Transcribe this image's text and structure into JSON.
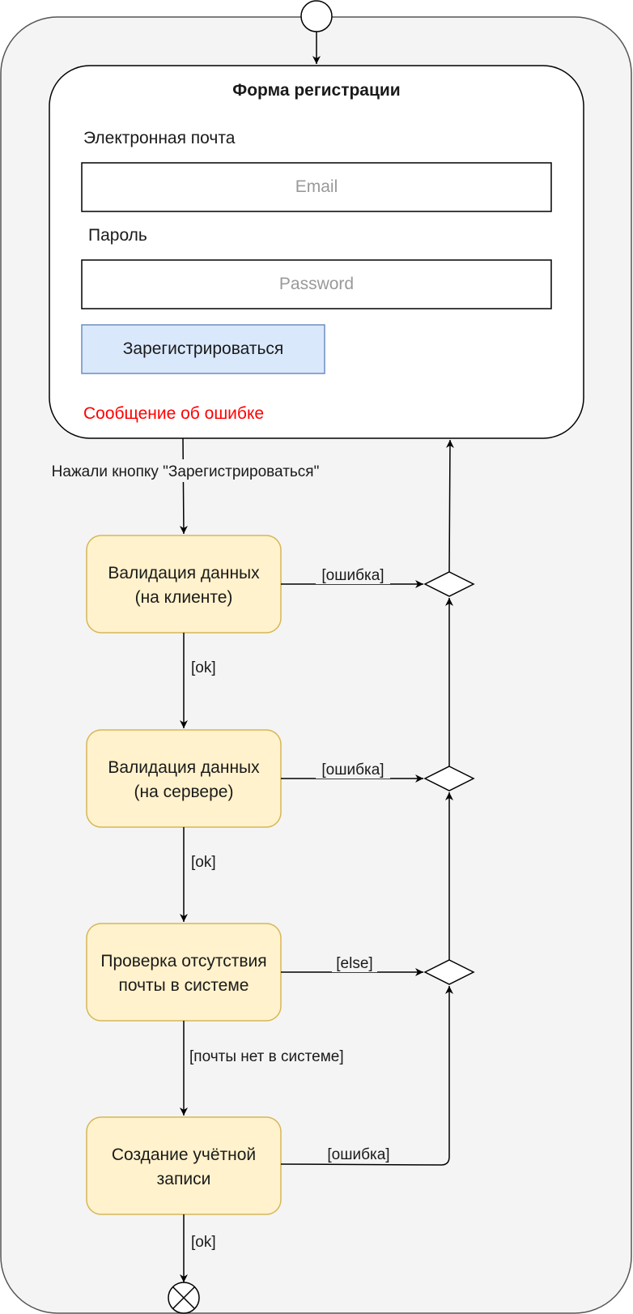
{
  "form": {
    "title": "Форма регистрации",
    "email_label": "Электронная почта",
    "email_placeholder": "Email",
    "password_label": "Пароль",
    "password_placeholder": "Password",
    "submit_label": "Зарегистрироваться",
    "error_message": "Сообщение об ошибке"
  },
  "flow": {
    "submit_event": "Нажали кнопку \"Зарегистрироваться\"",
    "steps": [
      {
        "line1": "Валидация данных",
        "line2": "(на клиенте)"
      },
      {
        "line1": "Валидация данных",
        "line2": "(на сервере)"
      },
      {
        "line1": "Проверка отсутствия",
        "line2": "почты в системе"
      },
      {
        "line1": "Создание учётной",
        "line2": "записи"
      }
    ],
    "guards": {
      "ok_1": "[ok]",
      "ok_2": "[ok]",
      "no_email": "[почты нет в системе]",
      "ok_3": "[ok]",
      "error_1": "[ошибка]",
      "error_2": "[ошибка]",
      "else": "[else]",
      "error_3": "[ошибка]"
    }
  },
  "colors": {
    "activity_fill": "#fff2cc",
    "activity_stroke": "#d6b656",
    "button_fill": "#dae8fc",
    "button_stroke": "#6c8ebf",
    "container_fill": "#f4f4f4",
    "error_text": "#ff0000",
    "placeholder_text": "#999999"
  }
}
